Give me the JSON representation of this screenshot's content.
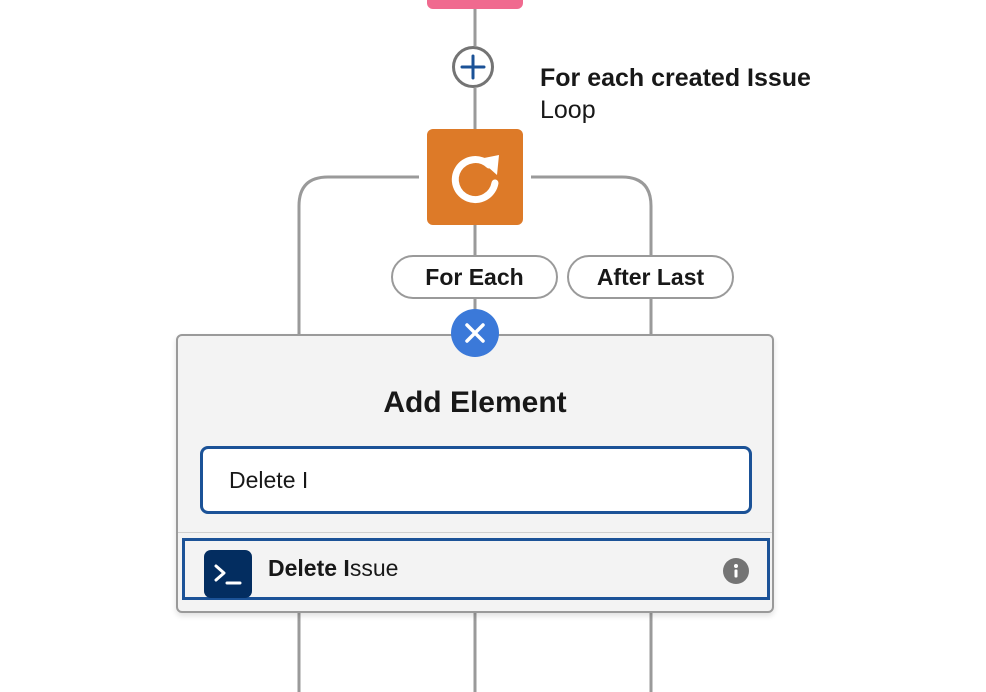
{
  "loop": {
    "title": "For each created Issue",
    "type_label": "Loop",
    "icon": "loop-arrow-icon",
    "color": "#dd7a28"
  },
  "top_node": {
    "color": "#f06a8f"
  },
  "connector": {
    "add_icon": "plus-icon"
  },
  "branches": {
    "for_each": "For Each",
    "after_last": "After Last"
  },
  "close": {
    "icon": "close-icon",
    "color": "#3b79d9"
  },
  "add_element": {
    "title": "Add Element",
    "search_value": "Delete I",
    "results": [
      {
        "label_match": "Delete I",
        "label_rest": "ssue",
        "icon": "terminal-prompt-icon",
        "info_icon": "info-icon"
      }
    ]
  }
}
